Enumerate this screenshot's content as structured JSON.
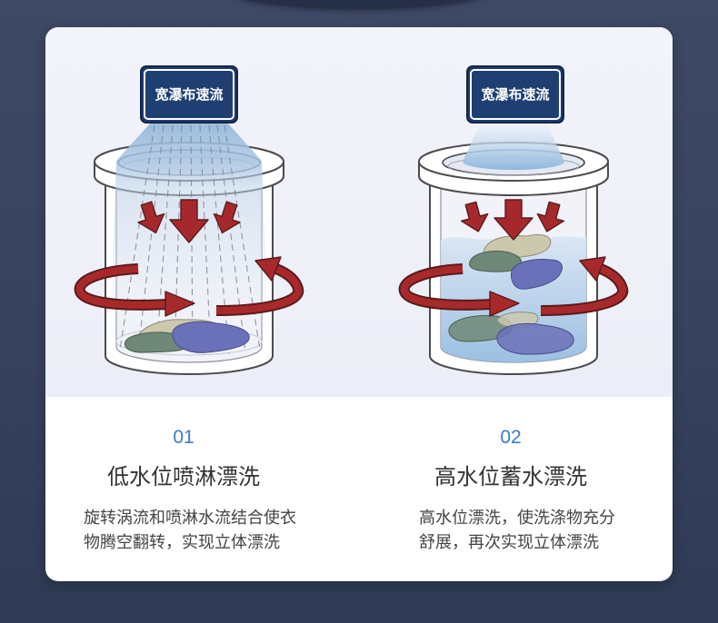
{
  "colors": {
    "background": "#37425e",
    "card": "#ffffff",
    "panel": "#eef0f8",
    "badge_navy": "#1f3f73",
    "number_blue": "#3a7bc8",
    "arrow_red": "#a8292c",
    "water_blue": "#9fc1e2"
  },
  "icons": [
    "spray-rinse-drum-illustration",
    "soak-rinse-drum-illustration"
  ],
  "features": [
    {
      "badge_label": "宽瀑布速流",
      "number": "01",
      "title": "低水位喷淋漂洗",
      "description_lines": [
        "旋转涡流和喷淋水流结合使衣",
        "物腾空翻转，实现立体漂洗"
      ]
    },
    {
      "badge_label": "宽瀑布速流",
      "number": "02",
      "title": "高水位蓄水漂洗",
      "description_lines": [
        "高水位漂洗，使洗涤物充分",
        "舒展，再次实现立体漂洗"
      ]
    }
  ]
}
